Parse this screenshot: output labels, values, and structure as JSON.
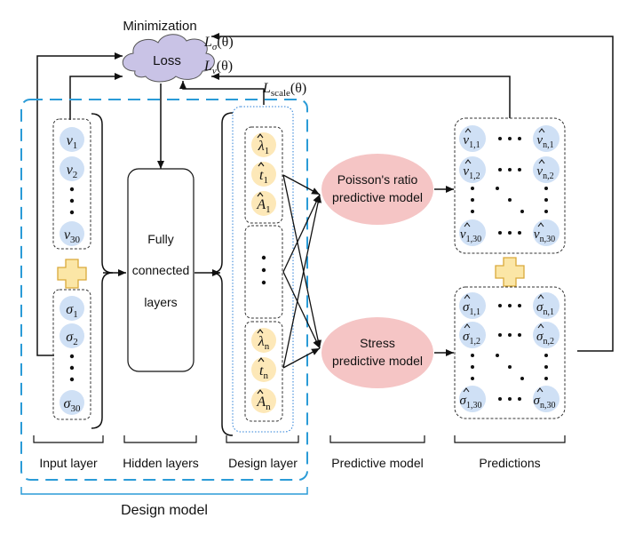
{
  "title": "Minimization",
  "loss": {
    "label": "Loss"
  },
  "loss_terms": {
    "sigma": {
      "base": "L",
      "sub": "σ",
      "arg": "(θ)"
    },
    "nu": {
      "base": "L",
      "sub": "ν",
      "arg": "(θ)"
    },
    "scale": {
      "base": "L",
      "sub": "scale",
      "arg": "(θ)"
    }
  },
  "input_layer": {
    "nu": [
      {
        "sym": "ν",
        "sub": "1"
      },
      {
        "sym": "ν",
        "sub": "2"
      },
      {
        "sym": "ν",
        "sub": "30"
      }
    ],
    "sigma": [
      {
        "sym": "σ",
        "sub": "1"
      },
      {
        "sym": "σ",
        "sub": "2"
      },
      {
        "sym": "σ",
        "sub": "30"
      }
    ]
  },
  "hidden_layers": {
    "lines": [
      "Fully",
      "connected",
      "layers"
    ]
  },
  "design_layer": {
    "group1": [
      {
        "sym": "λ",
        "sub": "1"
      },
      {
        "sym": "t",
        "sub": "1"
      },
      {
        "sym": "A",
        "sub": "1"
      }
    ],
    "groupn": [
      {
        "sym": "λ",
        "sub": "n"
      },
      {
        "sym": "t",
        "sub": "n"
      },
      {
        "sym": "A",
        "sub": "n"
      }
    ]
  },
  "models": {
    "poisson": [
      "Poisson's ratio",
      "predictive model"
    ],
    "stress": [
      "Stress",
      "predictive model"
    ]
  },
  "predictions": {
    "nu": {
      "sym": "ν",
      "cells": [
        [
          "1,1",
          "n,1"
        ],
        [
          "1,2",
          "n,2"
        ],
        [
          "1,30",
          "n,30"
        ]
      ]
    },
    "sigma": {
      "sym": "σ",
      "cells": [
        [
          "1,1",
          "n,1"
        ],
        [
          "1,2",
          "n,2"
        ],
        [
          "1,30",
          "n,30"
        ]
      ]
    }
  },
  "bottom_labels": {
    "input": "Input layer",
    "hidden": "Hidden layers",
    "design": "Design layer",
    "predictive": "Predictive model",
    "predictions": "Predictions"
  },
  "design_model": "Design model",
  "colors": {
    "blue_circle": "#cfe0f5",
    "yellow_circle": "#fde8b8",
    "model_ellipse": "#f5c5c5",
    "cloud": "#c9c3e6",
    "dashed_blue": "#2a9bd7",
    "plus_fill": "#fbe6a6",
    "plus_stroke": "#d9a93a"
  }
}
